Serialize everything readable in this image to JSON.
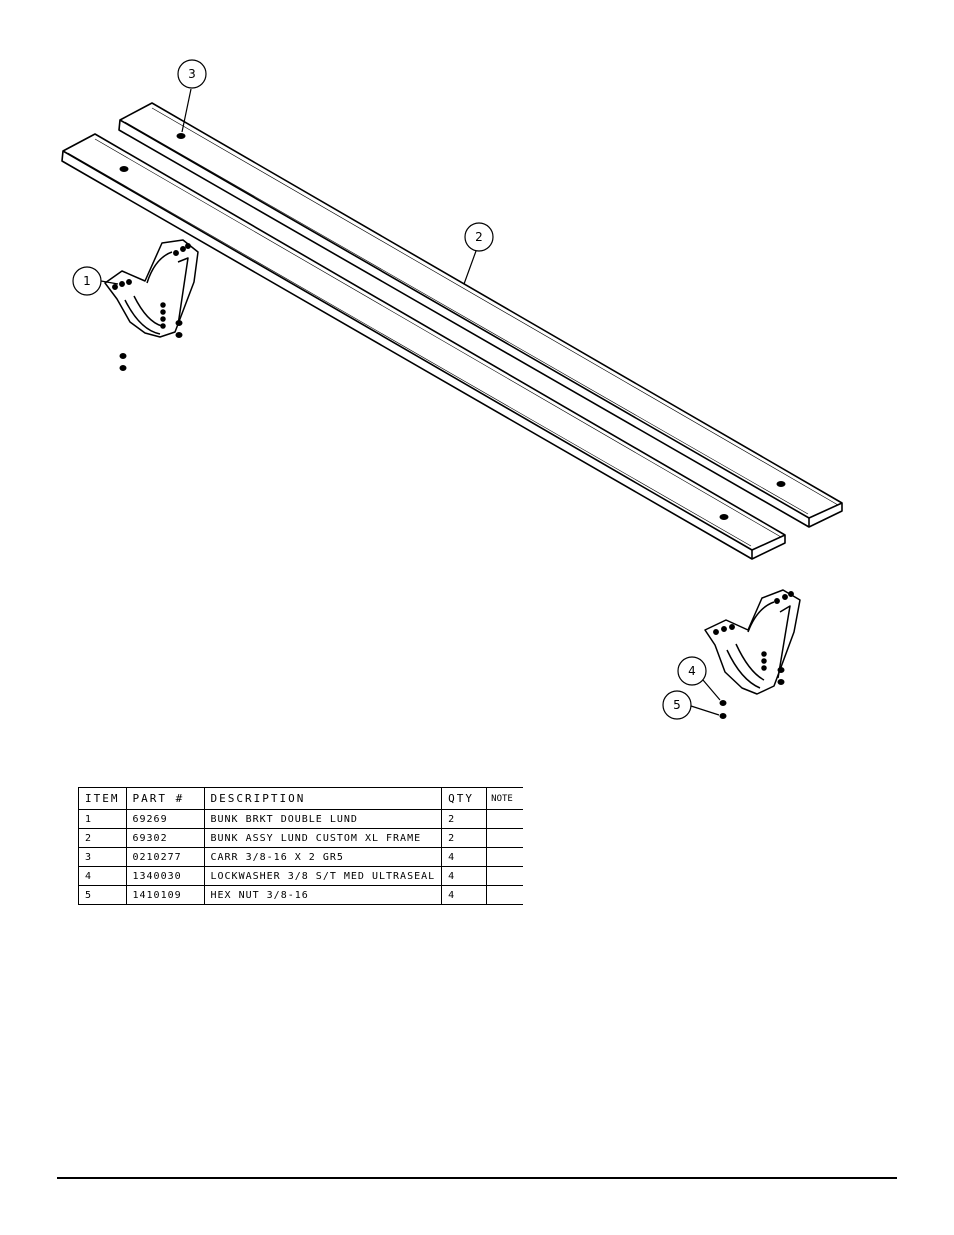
{
  "callouts": [
    "3",
    "2",
    "1",
    "4",
    "5"
  ],
  "bom": {
    "headers": [
      "ITEM",
      "PART #",
      "DESCRIPTION",
      "QTY",
      "NOTE"
    ],
    "rows": [
      [
        "1",
        "69269",
        "BUNK BRKT DOUBLE LUND",
        "2",
        ""
      ],
      [
        "2",
        "69302",
        "BUNK ASSY LUND CUSTOM XL FRAME",
        "2",
        ""
      ],
      [
        "3",
        "0210277",
        "CARR 3/8-16 X 2 GR5",
        "4",
        ""
      ],
      [
        "4",
        "1340030",
        "LOCKWASHER 3/8 S/T MED ULTRASEAL",
        "4",
        ""
      ],
      [
        "5",
        "1410109",
        "HEX NUT 3/8-16",
        "4",
        ""
      ]
    ]
  }
}
